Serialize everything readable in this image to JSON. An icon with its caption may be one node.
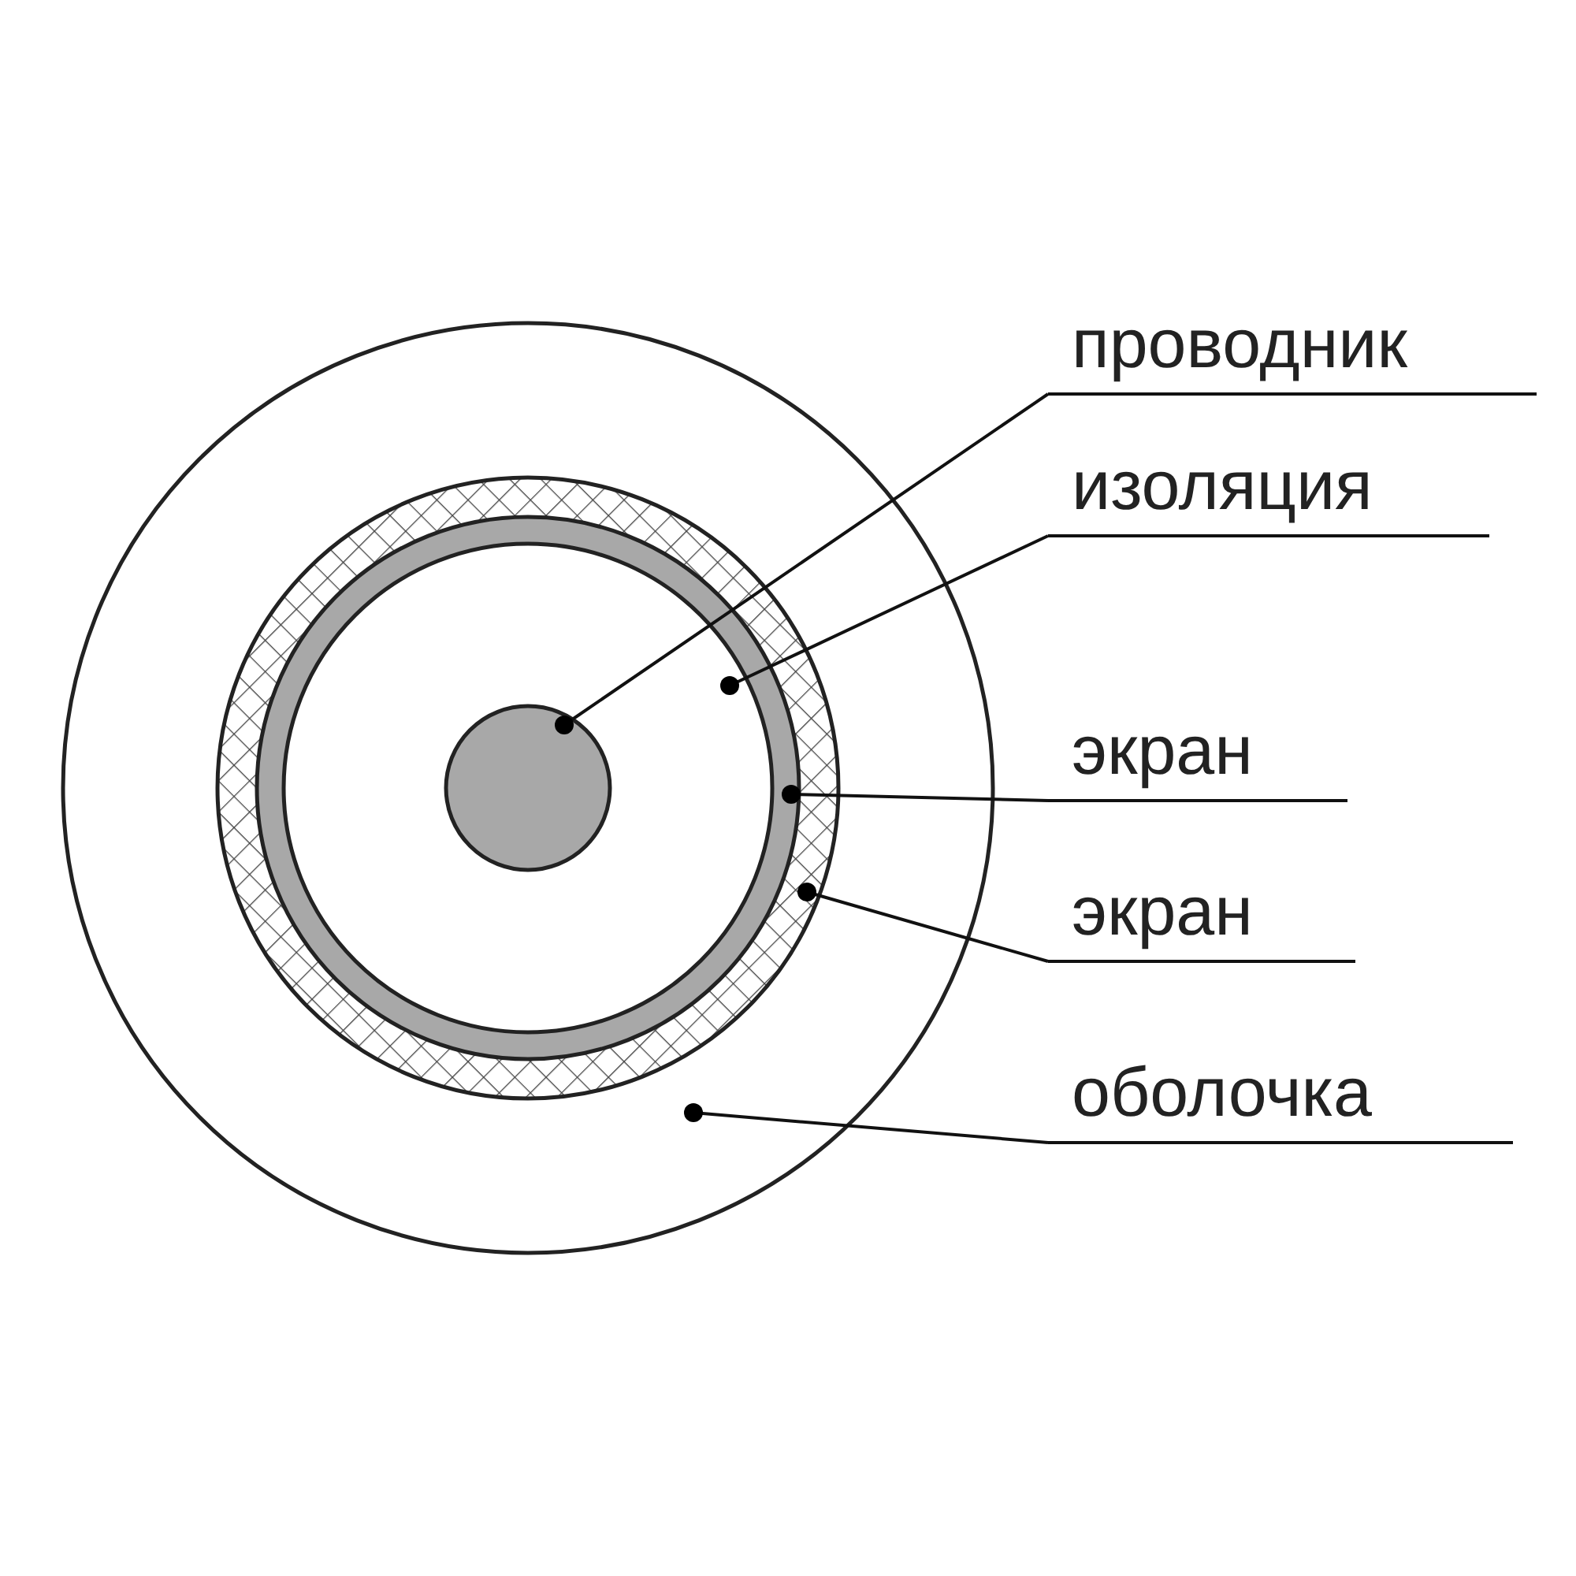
{
  "diagram": {
    "nodes": [
      {
        "text": [
          "проводник"
        ]
      },
      {
        "text": [
          "изоляция"
        ]
      },
      {
        "text": [
          "экран"
        ]
      },
      {
        "text": [
          "экран"
        ]
      },
      {
        "text": [
          "оболочка"
        ]
      },
      {
        "text": [],
        "shape": "circle",
        "in": 6
      },
      {
        "text": [],
        "shape": "circle",
        "in": 7
      },
      {
        "text": [],
        "shape": "circle",
        "in": 8
      },
      {
        "text": [],
        "shape": "circle",
        "in": 9
      },
      {
        "text": [],
        "shape": "circle"
      }
    ],
    "edges": [
      {
        "from": 0,
        "to": 5,
        "arrow": "other"
      },
      {
        "from": 1,
        "to": 6,
        "arrow": "other"
      },
      {
        "from": 2,
        "to": 7,
        "arrow": "other"
      },
      {
        "from": 3,
        "to": 8,
        "arrow": "other"
      },
      {
        "from": 4,
        "to": 9,
        "arrow": "other"
      }
    ]
  }
}
